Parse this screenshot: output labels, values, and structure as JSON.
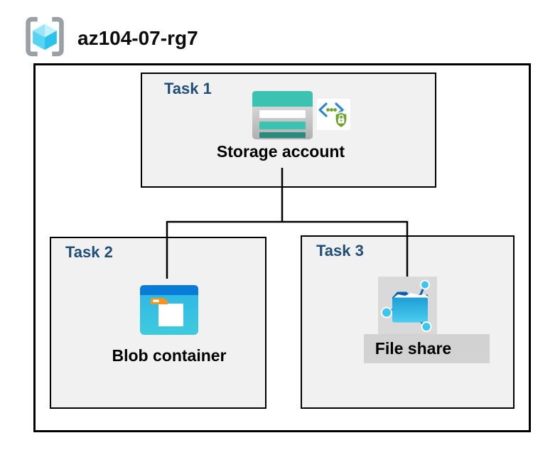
{
  "header": {
    "resource_group_name": "az104-07-rg7",
    "icon": "resource-group-icon"
  },
  "tasks": {
    "task1": {
      "header": "Task 1",
      "label": "Storage account",
      "icons": [
        "storage-account-icon",
        "code-security-lock-icon"
      ]
    },
    "task2": {
      "header": "Task 2",
      "label": "Blob container",
      "icons": [
        "blob-container-icon"
      ]
    },
    "task3": {
      "header": "Task 3",
      "label": "File share",
      "icons": [
        "file-share-icon"
      ]
    }
  },
  "connections": [
    {
      "from": "storage-account",
      "to": "blob-container"
    },
    {
      "from": "storage-account",
      "to": "file-share"
    }
  ],
  "colors": {
    "task_header_text": "#1f4e79",
    "box_background": "#f1f1f1",
    "box_border": "#000000",
    "storage_teal": "#3bc2b1",
    "storage_teal_dark": "#2a8a7e",
    "blob_top_blue": "#0b7bd8",
    "blob_body_blue": "#2db4e8",
    "folder_tab_orange": "#f7941e",
    "file_share_dark_blue": "#0d5fad",
    "node_cyan": "#3cc6f0",
    "security_green": "#6ba32c",
    "bracket_gray": "#9aa0a4",
    "icon_highlight_gray": "#d9d9d9",
    "label_highlight_gray": "#d2d2d2"
  }
}
